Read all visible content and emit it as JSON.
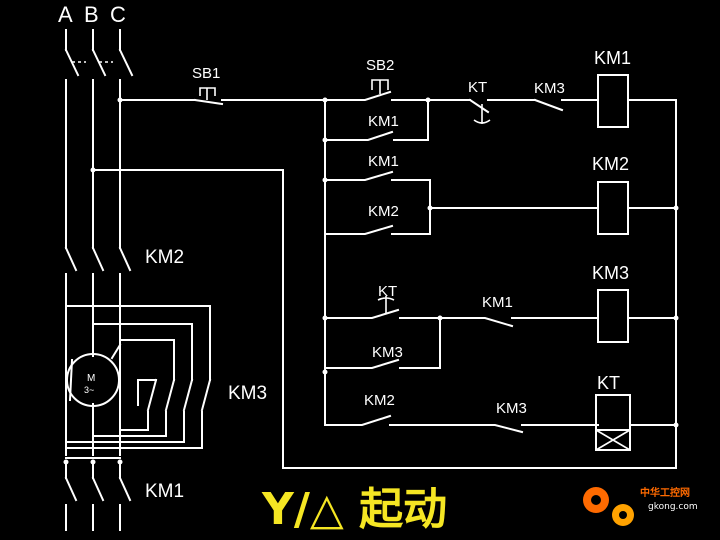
{
  "phases": {
    "a": "A",
    "b": "B",
    "c": "C"
  },
  "labels": {
    "sb1": "SB1",
    "sb2": "SB2",
    "kt_top": "KT",
    "km3_top": "KM3",
    "km1_seal": "KM1",
    "km1_row2": "KM1",
    "km2_row2": "KM2",
    "kt_row3": "KT",
    "km1_row3": "KM1",
    "km3_row3": "KM3",
    "km2_row4": "KM2",
    "km3_row4": "KM3",
    "km2_main": "KM2",
    "km3_main": "KM3",
    "km1_main": "KM1",
    "motor_m": "M",
    "motor_3": "3~"
  },
  "coils": {
    "km1": "KM1",
    "km2": "KM2",
    "km3": "KM3",
    "kt": "KT"
  },
  "title": "Y/△ 起动",
  "brand": {
    "cn": "中华工控网",
    "url": "gkong.com"
  },
  "colors": {
    "line": "#ffffff",
    "background": "#000000",
    "title": "#f5e623",
    "brand": "#ff6a00"
  }
}
